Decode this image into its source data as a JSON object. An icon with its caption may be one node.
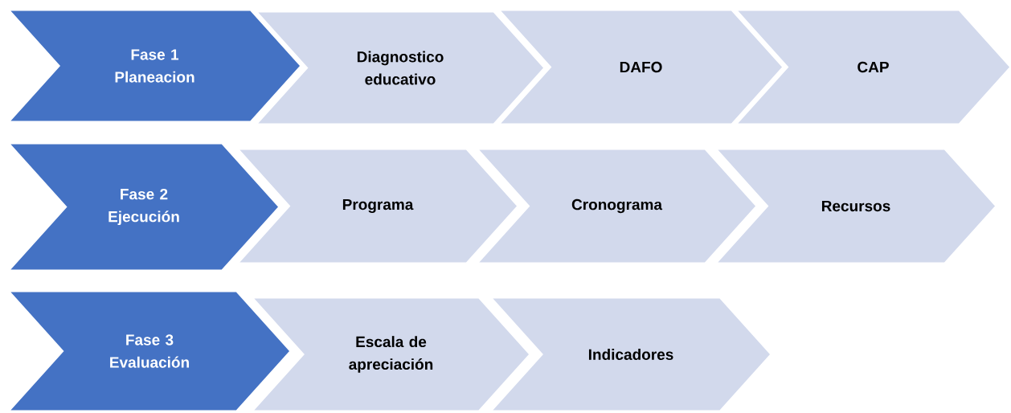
{
  "diagram": {
    "nodes": [
      {
        "text": [
          "Fase 1",
          "Planeacion"
        ]
      },
      {
        "text": [
          "Diagnostico educativo"
        ]
      },
      {
        "text": [
          "DAFO"
        ]
      },
      {
        "text": [
          "CAP"
        ]
      },
      {
        "text": [
          "Fase 2",
          "Ejecución"
        ]
      },
      {
        "text": [
          "Programa"
        ]
      },
      {
        "text": [
          "Cronograma"
        ]
      },
      {
        "text": [
          "Recursos"
        ]
      },
      {
        "text": [
          "Fase 3",
          "Evaluación"
        ]
      },
      {
        "text": [
          "Escala de apreciación"
        ]
      },
      {
        "text": [
          "Indicadores"
        ]
      }
    ]
  }
}
